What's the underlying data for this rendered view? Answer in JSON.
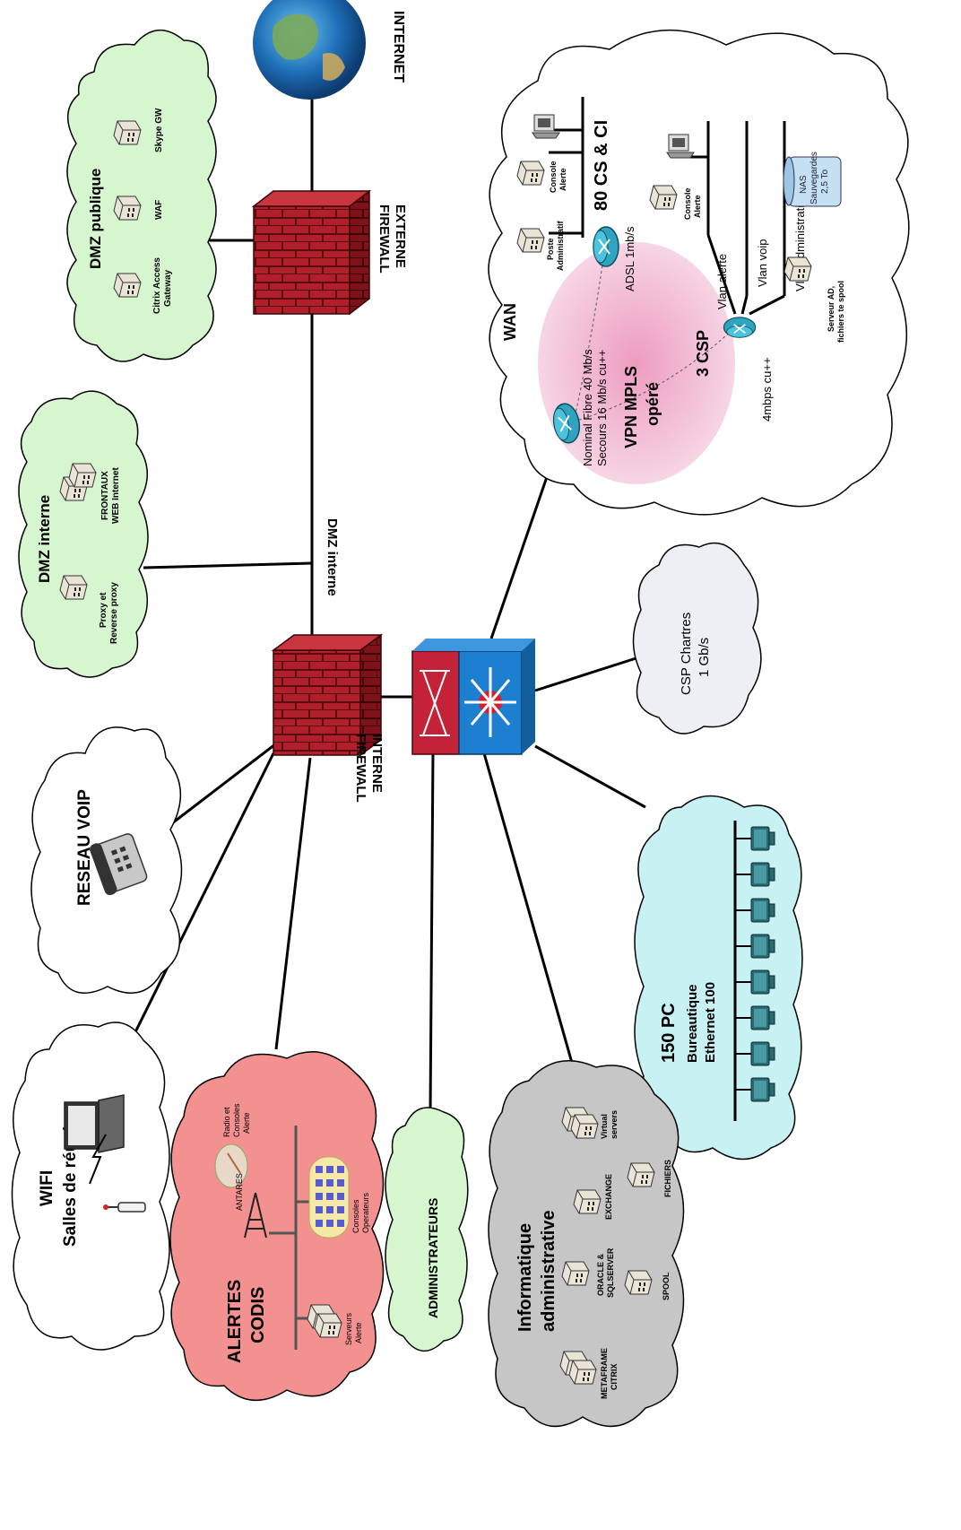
{
  "colors": {
    "cloud_green": "#d6f6d0",
    "cloud_white": "#ffffff",
    "cloud_blue": "#c8f1f4",
    "cloud_grey": "#c6c6c6",
    "cloud_red": "#f39191",
    "cloud_lightgrey": "#eeeef5",
    "cloud_pink": "#f2c2d8",
    "firewall_red": "#b0202a",
    "switch_red": "#c42238",
    "switch_blue": "#1d7fd0",
    "router_teal": "#2fa3c0",
    "pc_teal": "#2a6a72",
    "line": "#000000"
  },
  "labels": {
    "internet": "INTERNET",
    "firewall_externe": "FIREWALL\nEXTERNE",
    "dmz_interne_line": "DMZ interne",
    "firewall_interne": "FIREWALL\nINTERNE"
  },
  "clouds": {
    "dmz_publique": {
      "title": "DMZ publique",
      "servers": [
        "Citrix Access\nGateway",
        "WAF",
        "Skype GW"
      ]
    },
    "dmz_interne": {
      "title": "DMZ interne",
      "servers": [
        "Proxy et\nReverse proxy",
        "FRONTAUX\nWEB Internet"
      ]
    },
    "wan": {
      "title": "WAN",
      "mpls": "VPN MPLS\nopéré",
      "nominal": "Nominal Fibre 40 Mb/s\nSecours 16 Mb/s cu++",
      "csp3": "3 CSP",
      "cs80": "80 CS & CI",
      "adsl": "ADSL 1mb/s",
      "mbps4": "4mbps cu++",
      "poste_admin": "Poste\nAdministratif",
      "console_alerte_1": "Console\nAlerte",
      "console_alerte_2": "Console\nAlerte",
      "nas": "NAS\nSauvegardes\n2,5 To",
      "vlan_alerte": "Vlan alerte",
      "vlan_voip": "Vlan voip",
      "vlan_admin": "Vlan administratif",
      "serveur_ad": "Serveur AD,\nfichiers te spool"
    },
    "csp_chartres": {
      "title": "CSP Chartres\n1 Gb/s"
    },
    "reseau_voip": {
      "title": "RESEAU VOIP"
    },
    "pc150": {
      "title": "150 PC",
      "subtitle": "Bureautique\nEthernet 100"
    },
    "wifi": {
      "title": "WIFI\nSalles de réunion"
    },
    "alertes": {
      "title": "ALERTES\nCODIS",
      "antares": "ANTARES",
      "radio": "Radio et\nConsoles\nAlerte",
      "consoles_op": "Consoles\nOperateurs",
      "serveurs": "Serveurs\nAlerte"
    },
    "administrateurs": {
      "title": "ADMINISTRATEURS"
    },
    "informatique": {
      "title": "Informatique\nadministrative",
      "servers": [
        "METAFRAME\nCITRIX",
        "ORACLE &\nSQLSERVER",
        "EXCHANGE",
        "Virtual\nservers",
        "SPOOL",
        "FICHIERS"
      ]
    }
  }
}
